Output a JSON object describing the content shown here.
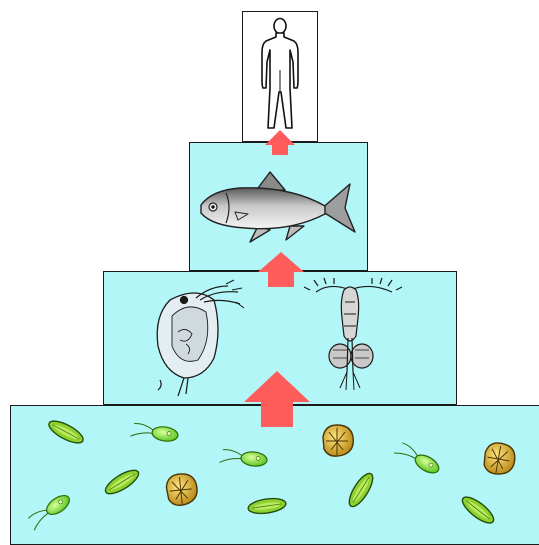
{
  "diagram": {
    "kind": "food-pyramid",
    "tiers": [
      {
        "level": 1,
        "contents": [
          "phytoplankton"
        ],
        "fill": "#b3f6f8"
      },
      {
        "level": 2,
        "contents": [
          "water-flea",
          "copepod"
        ],
        "fill": "#b3f6f8"
      },
      {
        "level": 3,
        "contents": [
          "fish"
        ],
        "fill": "#b3f6f8"
      },
      {
        "level": 4,
        "contents": [
          "human"
        ],
        "fill": "#ffffff"
      }
    ],
    "arrow_color": "#ff5c5c",
    "outline_color": "#1a1a1a",
    "diatom_color": "#6bb51e",
    "green_alga_color": "#7fe61e",
    "golden_alga_color": "#d9a814"
  }
}
